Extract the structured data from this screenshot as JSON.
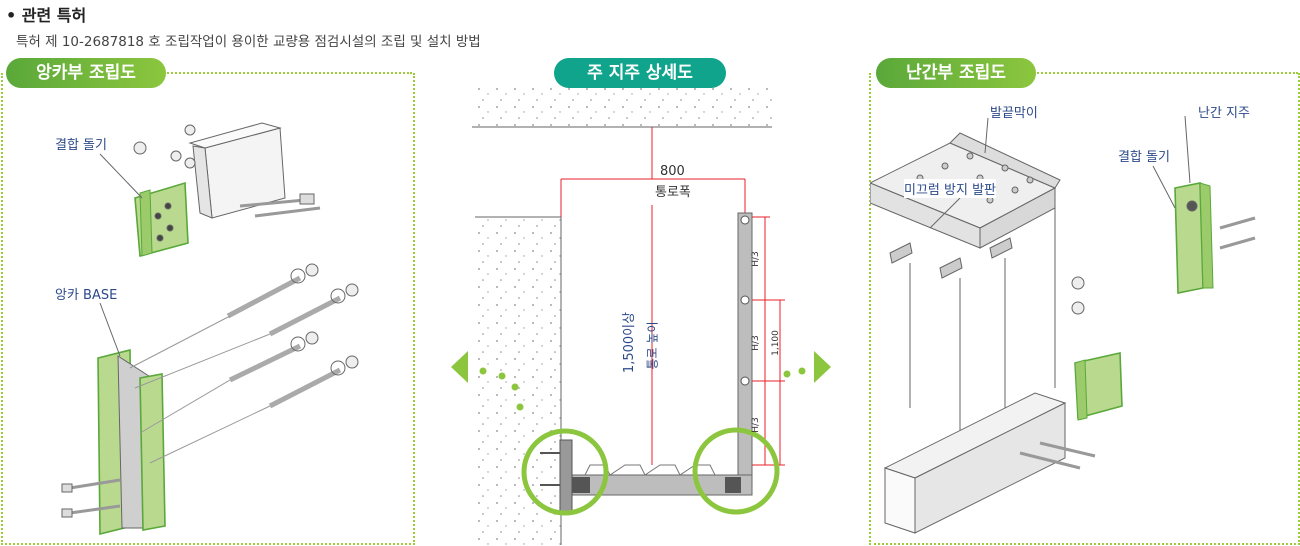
{
  "header": {
    "title": "• 관련 특허",
    "patent": "특허   제 10-2687818 호   조립작업이 용이한 교량용 점검시설의 조립 및 설치 방법"
  },
  "panels": {
    "left": {
      "title": "앙카부 조립도",
      "labels": {
        "coupling": "결합 돌기",
        "anchor_base": "앙카 BASE"
      }
    },
    "center": {
      "title": "주 지주 상세도",
      "labels": {
        "width_value": "800",
        "width_name": "통로폭",
        "height_value": "1,500이상",
        "height_name": "통로 높이",
        "h3_a": "H/3",
        "h3_b": "H/3",
        "h3_c": "H/3",
        "rail_height": "1,100"
      }
    },
    "right": {
      "title": "난간부 조립도",
      "labels": {
        "toe_board": "발끝막이",
        "post": "난간 지주",
        "coupling": "결합 돌기",
        "anti_slip": "미끄럼 방지 발판"
      }
    }
  },
  "colors": {
    "accent_green": "#8cc63e",
    "dark_green": "#5aa83a",
    "teal": "#11a48c",
    "dimension_red": "#e8202a",
    "label_blue": "#2c4a8a",
    "steel": "#b8b8b8"
  },
  "icons": [
    "arrow-left-icon",
    "arrow-right-icon"
  ]
}
